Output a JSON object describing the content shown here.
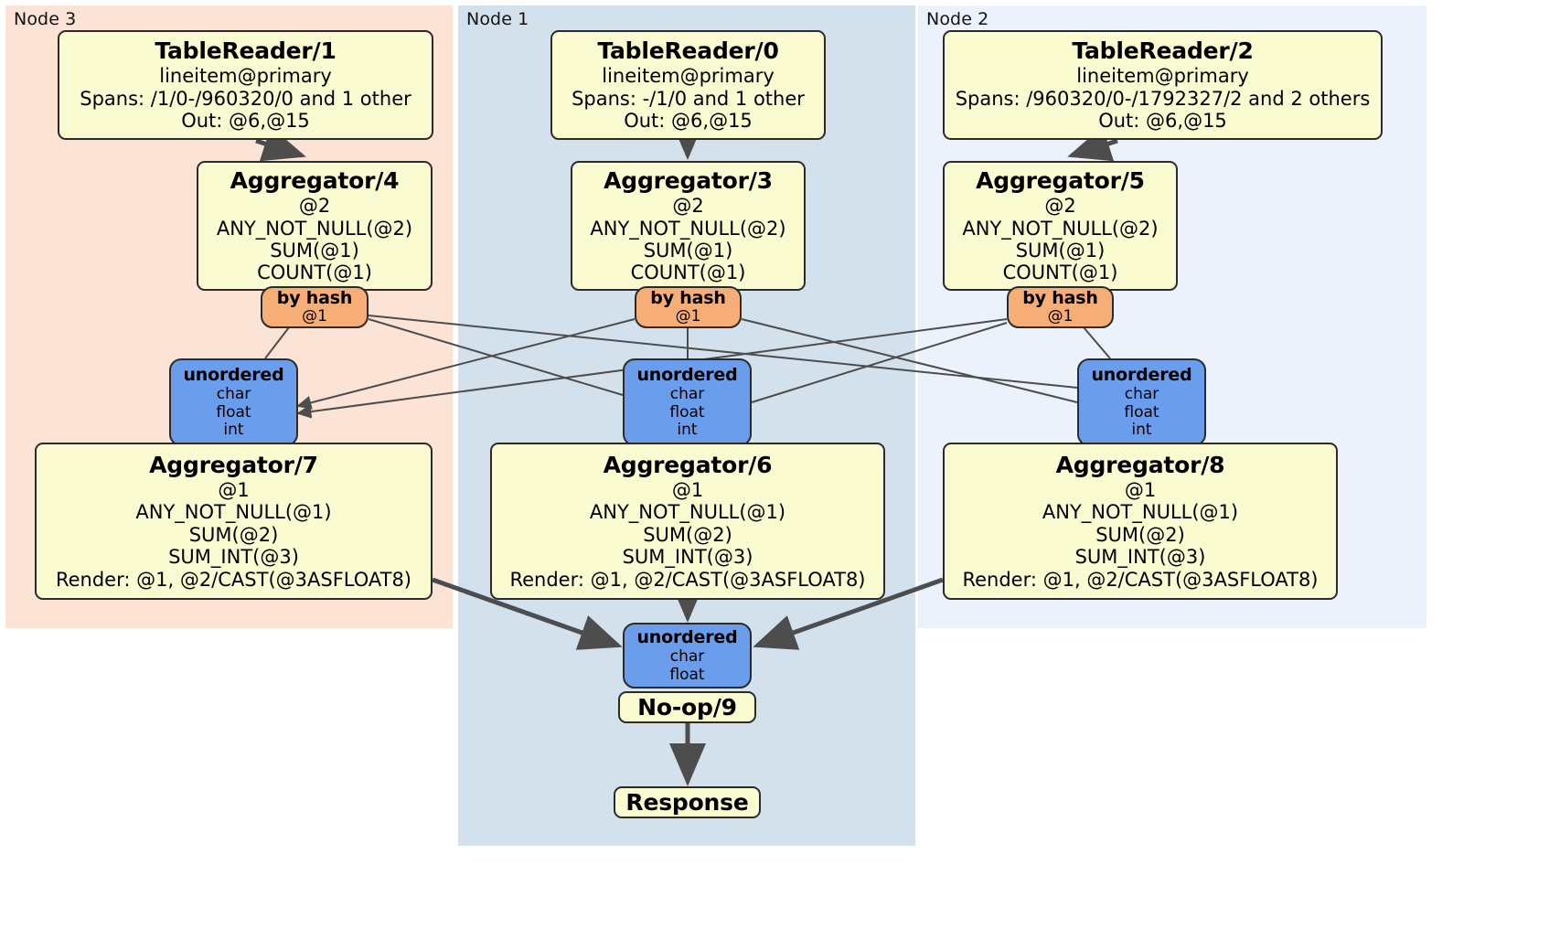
{
  "diagram": {
    "type": "distributed-query-execution-plan",
    "colors": {
      "node3_panel": "#fbe3d6",
      "node1_panel": "#d3e1ec",
      "node2_panel": "#ecf2fb",
      "processor_box": "#fbfbd2",
      "router_box": "#f7ad76",
      "receiver_box": "#6b9ded",
      "border": "#2b2b2b",
      "edge": "#4d4d4d"
    }
  },
  "panels": [
    {
      "id": "node3",
      "label": "Node 3"
    },
    {
      "id": "node1",
      "label": "Node 1"
    },
    {
      "id": "node2",
      "label": "Node 2"
    }
  ],
  "table_readers": [
    {
      "id": "TableReader/1",
      "node": "Node 3",
      "title": "TableReader/1",
      "table": "lineitem@primary",
      "spans": "Spans: /1/0-/960320/0 and 1 other",
      "out": "Out: @6,@15"
    },
    {
      "id": "TableReader/0",
      "node": "Node 1",
      "title": "TableReader/0",
      "table": "lineitem@primary",
      "spans": "Spans: -/1/0 and 1 other",
      "out": "Out: @6,@15"
    },
    {
      "id": "TableReader/2",
      "node": "Node 2",
      "title": "TableReader/2",
      "table": "lineitem@primary",
      "spans": "Spans: /960320/0-/1792327/2 and 2 others",
      "out": "Out: @6,@15"
    }
  ],
  "local_aggregators": [
    {
      "id": "Aggregator/4",
      "node": "Node 3",
      "title": "Aggregator/4",
      "group_by": "@2",
      "aggs": [
        "ANY_NOT_NULL(@2)",
        "SUM(@1)",
        "COUNT(@1)"
      ]
    },
    {
      "id": "Aggregator/3",
      "node": "Node 1",
      "title": "Aggregator/3",
      "group_by": "@2",
      "aggs": [
        "ANY_NOT_NULL(@2)",
        "SUM(@1)",
        "COUNT(@1)"
      ]
    },
    {
      "id": "Aggregator/5",
      "node": "Node 2",
      "title": "Aggregator/5",
      "group_by": "@2",
      "aggs": [
        "ANY_NOT_NULL(@2)",
        "SUM(@1)",
        "COUNT(@1)"
      ]
    }
  ],
  "routers": [
    {
      "id": "by-hash-4",
      "node": "Node 3",
      "label": "by hash",
      "column": "@1"
    },
    {
      "id": "by-hash-3",
      "node": "Node 1",
      "label": "by hash",
      "column": "@1"
    },
    {
      "id": "by-hash-5",
      "node": "Node 2",
      "label": "by hash",
      "column": "@1"
    }
  ],
  "receivers": [
    {
      "id": "unordered-7",
      "node": "Node 3",
      "label": "unordered",
      "types": [
        "char",
        "float",
        "int"
      ]
    },
    {
      "id": "unordered-6",
      "node": "Node 1",
      "label": "unordered",
      "types": [
        "char",
        "float",
        "int"
      ]
    },
    {
      "id": "unordered-8",
      "node": "Node 2",
      "label": "unordered",
      "types": [
        "char",
        "float",
        "int"
      ]
    },
    {
      "id": "unordered-9",
      "node": "Node 1",
      "label": "unordered",
      "types": [
        "char",
        "float"
      ]
    }
  ],
  "final_aggregators": [
    {
      "id": "Aggregator/7",
      "node": "Node 3",
      "title": "Aggregator/7",
      "group_by": "@1",
      "aggs": [
        "ANY_NOT_NULL(@1)",
        "SUM(@2)",
        "SUM_INT(@3)"
      ],
      "render": "Render: @1, @2/CAST(@3ASFLOAT8)"
    },
    {
      "id": "Aggregator/6",
      "node": "Node 1",
      "title": "Aggregator/6",
      "group_by": "@1",
      "aggs": [
        "ANY_NOT_NULL(@1)",
        "SUM(@2)",
        "SUM_INT(@3)"
      ],
      "render": "Render: @1, @2/CAST(@3ASFLOAT8)"
    },
    {
      "id": "Aggregator/8",
      "node": "Node 2",
      "title": "Aggregator/8",
      "group_by": "@1",
      "aggs": [
        "ANY_NOT_NULL(@1)",
        "SUM(@2)",
        "SUM_INT(@3)"
      ],
      "render": "Render: @1, @2/CAST(@3ASFLOAT8)"
    }
  ],
  "terminal": {
    "noop": "No-op/9",
    "response": "Response"
  }
}
